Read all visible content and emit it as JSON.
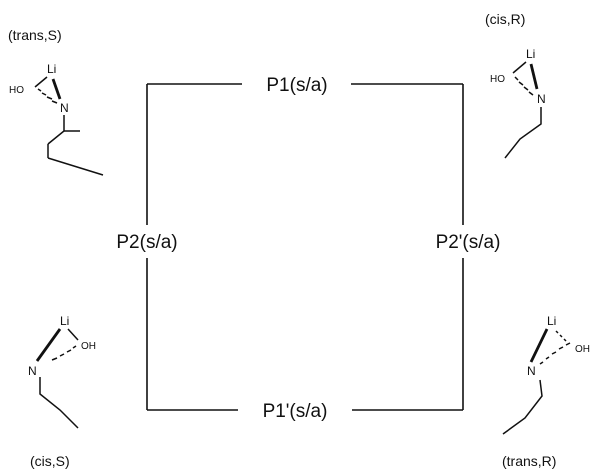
{
  "edges": {
    "top": "P1(s/a)",
    "left": "P2(s/a)",
    "right": "P2'(s/a)",
    "bottom": "P1'(s/a)"
  },
  "corners": {
    "top_left": "(trans,S)",
    "top_right": "(cis,R)",
    "bottom_left": "(cis,S)",
    "bottom_right": "(trans,R)"
  },
  "atoms": {
    "lithium": "Li",
    "nitrogen": "N",
    "hydroxyl_ho": "HO",
    "hydroxyl_oh": "OH"
  }
}
